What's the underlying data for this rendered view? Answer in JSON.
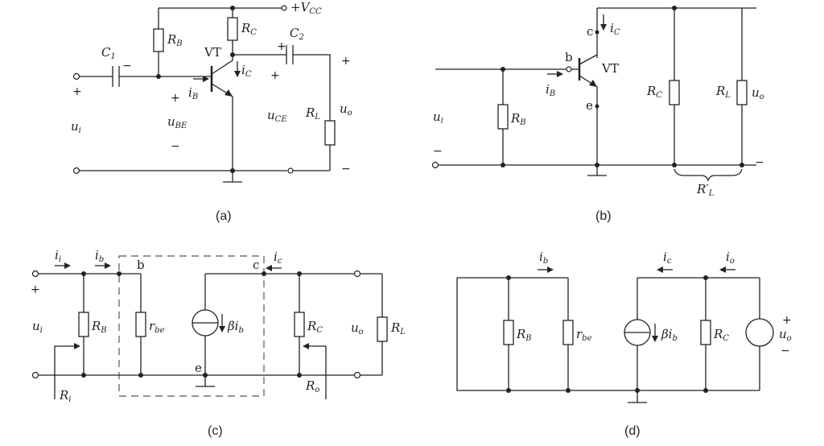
{
  "a": {
    "C1": "C",
    "C1s": "1",
    "RB": "R",
    "RBs": "B",
    "RC": "R",
    "RCs": "C",
    "VT": "VT",
    "C2": "C",
    "C2s": "2",
    "VCC": "+V",
    "VCCs": "CC",
    "iC": "i",
    "iCs": "C",
    "iB": "i",
    "iBs": "B",
    "uBE": "u",
    "uBEs": "BE",
    "uCE": "u",
    "uCEs": "CE",
    "RL": "R",
    "RLs": "L",
    "uo": "u",
    "uos": "o",
    "ui": "u",
    "uis": "i",
    "plus": "+",
    "minus": "−",
    "caption": "(a)"
  },
  "b": {
    "b": "b",
    "c": "c",
    "e": "e",
    "VT": "VT",
    "iC": "i",
    "iCs": "C",
    "iB": "i",
    "iBs": "B",
    "ui": "u",
    "uis": "i",
    "RB": "R",
    "RBs": "B",
    "RC": "R",
    "RCs": "C",
    "RL": "R",
    "RLs": "L",
    "uo": "u",
    "uos": "o",
    "RLp": "R′",
    "RLps": "L",
    "caption": "(b)"
  },
  "c": {
    "ii": "i",
    "iis": "i",
    "ib": "i",
    "ibs": "b",
    "b": "b",
    "c": "c",
    "e": "e",
    "ic": "i",
    "ics": "c",
    "ui": "u",
    "uis": "i",
    "RB": "R",
    "RBs": "B",
    "rbe": "r",
    "rbes": "be",
    "beta": "βi",
    "betas": "b",
    "RC": "R",
    "RCs": "C",
    "uo": "u",
    "uos": "o",
    "RL": "R",
    "RLs": "L",
    "Ri": "R",
    "Ris": "i",
    "Ro": "R",
    "Ros": "o",
    "caption": "(c)"
  },
  "d": {
    "ib": "i",
    "ibs": "b",
    "ic": "i",
    "ics": "c",
    "io": "i",
    "ios": "o",
    "RB": "R",
    "RBs": "B",
    "rbe": "r",
    "rbes": "be",
    "beta": "βi",
    "betas": "b",
    "RC": "R",
    "RCs": "C",
    "uo": "u",
    "uos": "o",
    "caption": "(d)"
  }
}
